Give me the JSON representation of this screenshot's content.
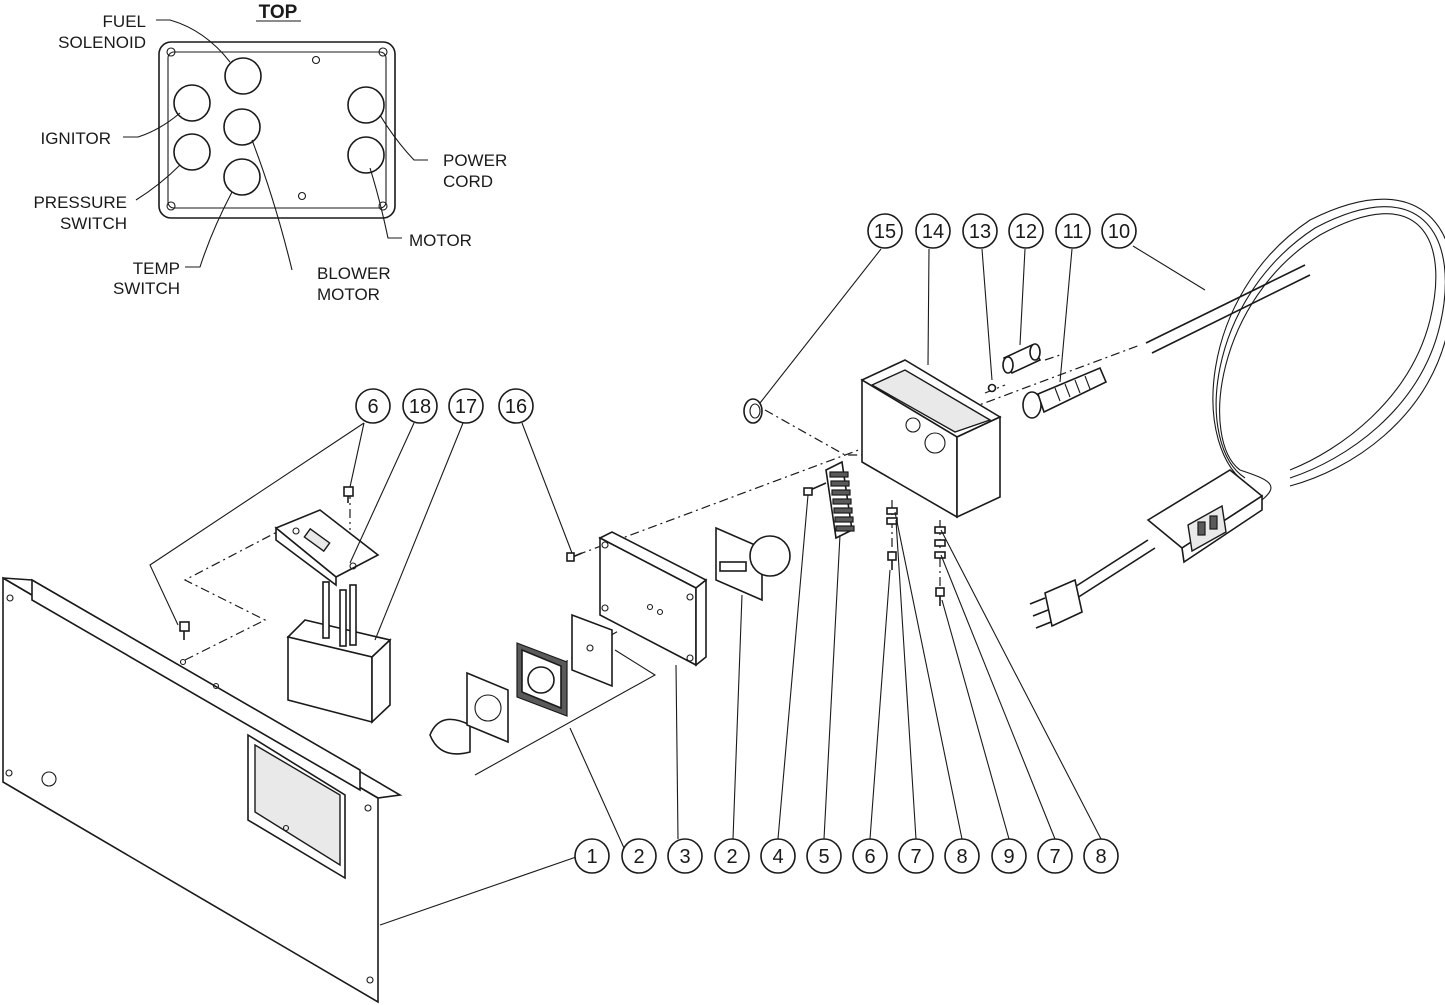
{
  "top_view": {
    "title": "TOP",
    "labels": {
      "fuel_1": "FUEL",
      "fuel_2": "SOLENOID",
      "ignitor": "IGNITOR",
      "pressure_1": "PRESSURE",
      "pressure_2": "SWITCH",
      "temp_1": "TEMP",
      "temp_2": "SWITCH",
      "blower_1": "BLOWER",
      "blower_2": "MOTOR",
      "power_1": "POWER",
      "power_2": "CORD",
      "motor": "MOTOR"
    }
  },
  "callouts": {
    "c15": "15",
    "c14": "14",
    "c13": "13",
    "c12": "12",
    "c11": "11",
    "c10": "10",
    "c6a": "6",
    "c18": "18",
    "c17": "17",
    "c16": "16",
    "b1": "1",
    "b2a": "2",
    "b3": "3",
    "b2b": "2",
    "b4": "4",
    "b5": "5",
    "b6": "6",
    "b7a": "7",
    "b8a": "8",
    "b9": "9",
    "b7b": "7",
    "b8b": "8"
  }
}
